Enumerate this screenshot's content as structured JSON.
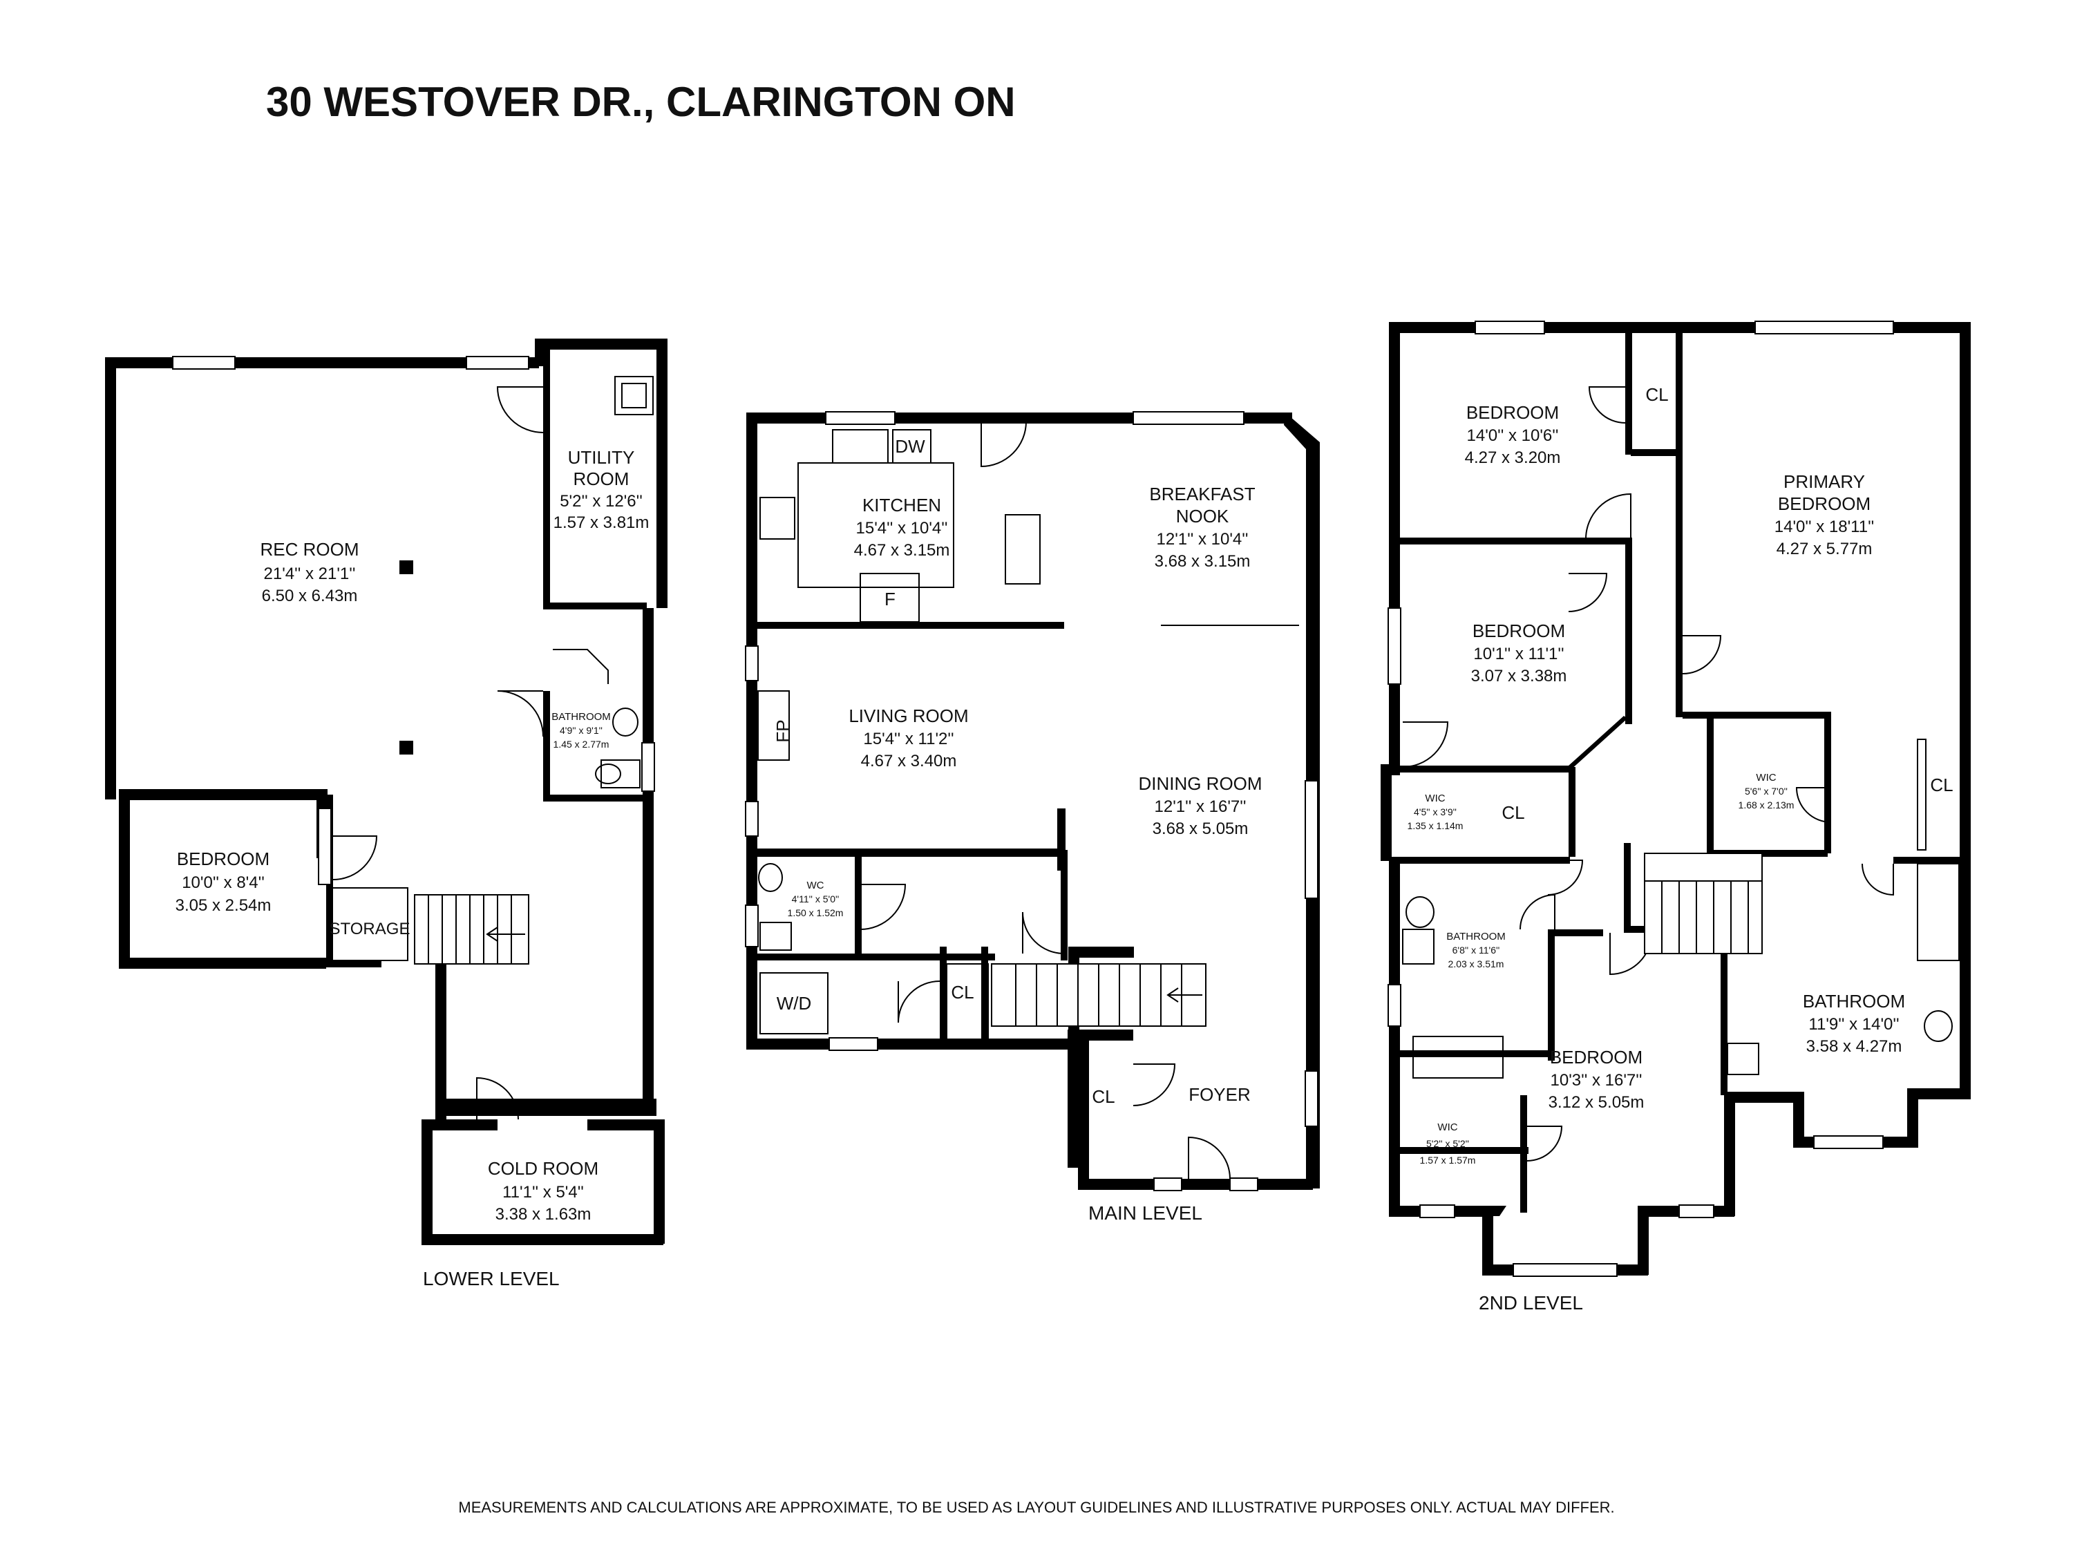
{
  "title": "30 WESTOVER DR., CLARINGTON ON",
  "footer": "MEASUREMENTS AND CALCULATIONS ARE APPROXIMATE, TO BE USED AS LAYOUT GUIDELINES AND ILLUSTRATIVE PURPOSES ONLY.  ACTUAL MAY DIFFER.",
  "lower": {
    "label": "LOWER LEVEL",
    "rec": {
      "name": "REC ROOM",
      "imp": "21'4'' x 21'1''",
      "met": "6.50 x 6.43m"
    },
    "utility": {
      "name1": "UTILITY",
      "name2": "ROOM",
      "imp": "5'2'' x 12'6''",
      "met": "1.57 x 3.81m"
    },
    "bath": {
      "name": "BATHROOM",
      "imp": "4'9'' x 9'1''",
      "met": "1.45 x 2.77m"
    },
    "bedroom": {
      "name": "BEDROOM",
      "imp": "10'0'' x 8'4''",
      "met": "3.05 x 2.54m"
    },
    "storage": {
      "name": "STORAGE"
    },
    "cold": {
      "name": "COLD ROOM",
      "imp": "11'1'' x 5'4''",
      "met": "3.38 x 1.63m"
    }
  },
  "main": {
    "label": "MAIN LEVEL",
    "kitchen": {
      "name": "KITCHEN",
      "imp": "15'4'' x 10'4''",
      "met": "4.67 x 3.15m"
    },
    "nook": {
      "name1": "BREAKFAST",
      "name2": "NOOK",
      "imp": "12'1'' x 10'4''",
      "met": "3.68 x 3.15m"
    },
    "living": {
      "name": "LIVING ROOM",
      "imp": "15'4'' x 11'2''",
      "met": "4.67 x 3.40m"
    },
    "dining": {
      "name": "DINING ROOM",
      "imp": "12'1'' x 16'7''",
      "met": "3.68 x 5.05m"
    },
    "wc": {
      "name": "WC",
      "imp": "4'11'' x 5'0''",
      "met": "1.50 x 1.52m"
    },
    "foyer": {
      "name": "FOYER"
    },
    "dw": "DW",
    "f": "F",
    "fp": "FP",
    "wd": "W/D",
    "cl1": "CL",
    "cl2": "CL"
  },
  "second": {
    "label": "2ND LEVEL",
    "bed1": {
      "name": "BEDROOM",
      "imp": "14'0'' x 10'6''",
      "met": "4.27 x 3.20m"
    },
    "primary": {
      "name1": "PRIMARY",
      "name2": "BEDROOM",
      "imp": "14'0'' x 18'11''",
      "met": "4.27 x 5.77m"
    },
    "bed2": {
      "name": "BEDROOM",
      "imp": "10'1'' x 11'1''",
      "met": "3.07 x 3.38m"
    },
    "wic1": {
      "name": "WIC",
      "imp": "4'5'' x 3'9''",
      "met": "1.35 x 1.14m"
    },
    "wic2": {
      "name": "WIC",
      "imp": "5'6'' x 7'0''",
      "met": "1.68 x 2.13m"
    },
    "bath1": {
      "name": "BATHROOM",
      "imp": "6'8'' x 11'6''",
      "met": "2.03 x 3.51m"
    },
    "bed3": {
      "name": "BEDROOM",
      "imp": "10'3'' x 16'7''",
      "met": "3.12 x 5.05m"
    },
    "wic3": {
      "name": "WIC",
      "imp": "5'2'' x 5'2''",
      "met": "1.57 x 1.57m"
    },
    "bath2": {
      "name": "BATHROOM",
      "imp": "11'9'' x 14'0''",
      "met": "3.58 x 4.27m"
    },
    "cl1": "CL",
    "cl2": "CL",
    "cl3": "CL"
  }
}
